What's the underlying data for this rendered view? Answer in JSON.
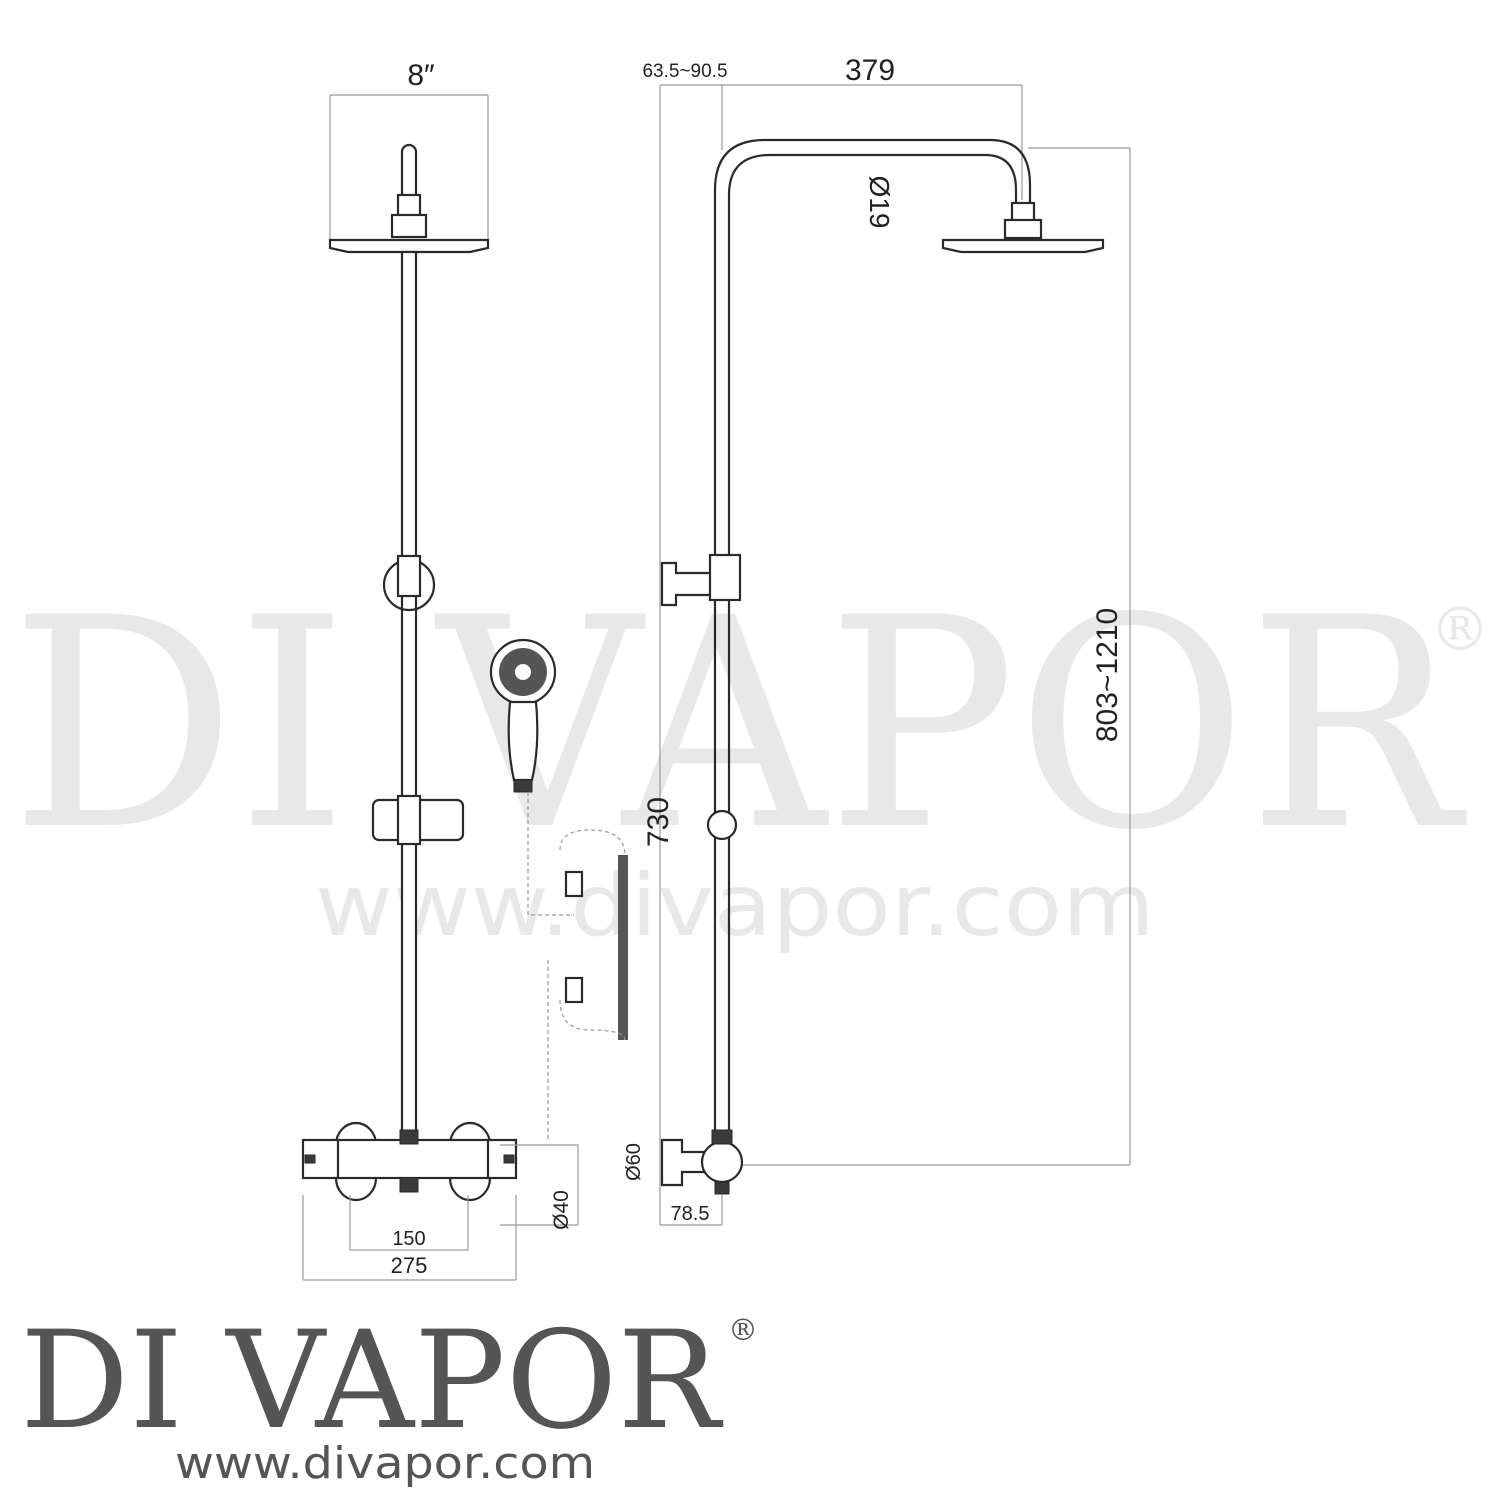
{
  "watermark": {
    "brand": "DI VAPOR",
    "registered": "®",
    "url": "www.divapor.com"
  },
  "logo": {
    "brand": "DI VAPOR",
    "registered": "®",
    "url": "www.divapor.com"
  },
  "dimensions": {
    "head_size": "8″",
    "arm_offset": "63.5~90.5",
    "arm_reach": "379",
    "pipe_diameter": "Ø19",
    "height_range": "803~1210",
    "hose_length": "730",
    "inlet_diameter": "Ø60",
    "wall_depth": "78.5",
    "knob_diameter": "Ø40",
    "inlet_centres": "150",
    "valve_width": "275"
  },
  "colors": {
    "line": "#2a2a2a",
    "dimension_line": "#9a9a9a",
    "watermark": "#e8e8e8",
    "logo": "#555555"
  }
}
